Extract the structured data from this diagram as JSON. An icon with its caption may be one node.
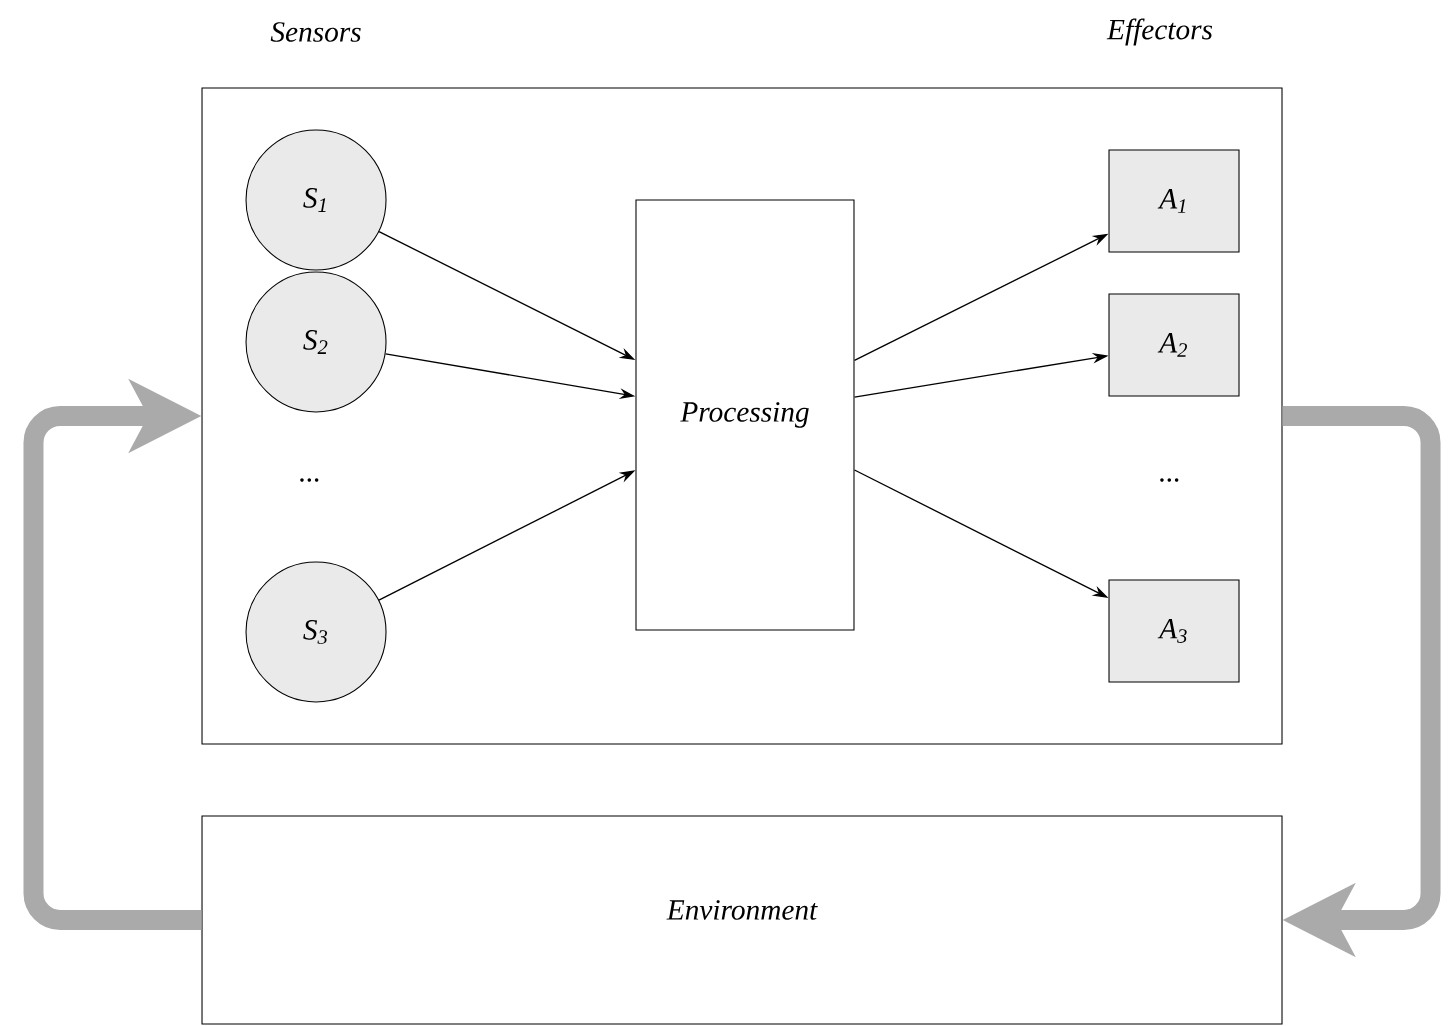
{
  "diagram": {
    "nodes": [
      {
        "text": [],
        "shape": "box"
      },
      {
        "text": [
          "S$_{1}$"
        ],
        "in": 0
      },
      {
        "text": [
          "S$_{2}$"
        ],
        "in": 0
      },
      {
        "text": [
          "S$_{3}$"
        ],
        "in": 0
      },
      {
        "text": [
          "Processing"
        ],
        "in": 0
      },
      {
        "text": [
          "A$_{1}$"
        ],
        "in": 0
      },
      {
        "text": [
          "A$_{2}$"
        ],
        "in": 0
      },
      {
        "text": [
          "A$_{3}$"
        ],
        "in": 0
      },
      {
        "text": [
          "Environment"
        ]
      }
    ],
    "edges": [
      {
        "from": 1,
        "to": 4,
        "arrow": "to"
      },
      {
        "from": 2,
        "to": 4,
        "arrow": "to"
      },
      {
        "from": 3,
        "to": 4,
        "arrow": "to"
      },
      {
        "from": 4,
        "to": 5,
        "arrow": "to"
      },
      {
        "from": 4,
        "to": 6,
        "arrow": "to"
      },
      {
        "from": 4,
        "to": 7,
        "arrow": "to"
      },
      {
        "from": 0,
        "to": 8,
        "arrow": "to",
        "style": "thick",
        "color": "#aaaaaa"
      },
      {
        "from": 8,
        "to": 0,
        "arrow": "to",
        "style": "thick",
        "color": "#aaaaaa"
      }
    ],
    "labels": [
      "Sensors",
      "Effectors",
      "...",
      "..."
    ]
  }
}
